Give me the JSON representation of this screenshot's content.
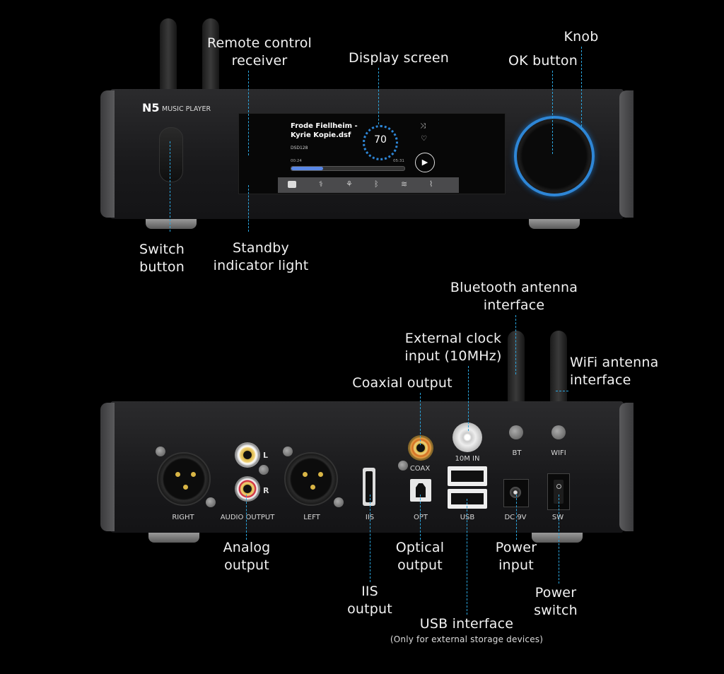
{
  "front": {
    "brand": "N5",
    "brand_sub": "MUSIC PLAYER",
    "screen": {
      "track_line1": "Frode Fiellheim -",
      "track_line2": "Kyrie Kopie.dsf",
      "format": "DSD128",
      "volume": "70",
      "time_elapsed": "00:24",
      "time_total": "05:31",
      "progress": 0.28
    }
  },
  "rear": {
    "ports": {
      "right": "RIGHT",
      "audio_output": "AUDIO OUTPUT",
      "left": "LEFT",
      "l": "L",
      "r": "R",
      "iis": "IIS",
      "coax": "COAX",
      "opt": "OPT",
      "clock": "10M IN",
      "usb": "USB",
      "bt": "BT",
      "wifi": "WIFI",
      "dc": "DC 9V",
      "sw": "SW"
    }
  },
  "callouts": {
    "remote1": "Remote control",
    "remote2": "receiver",
    "display": "Display screen",
    "knob": "Knob",
    "ok": "OK button",
    "switch1": "Switch",
    "switch2": "button",
    "standby1": "Standby",
    "standby2": "indicator light",
    "bt1": "Bluetooth antenna",
    "bt2": "interface",
    "clock1": "External clock",
    "clock2": "input (10MHz)",
    "wifi1": "WiFi antenna",
    "wifi2": "interface",
    "coax": "Coaxial output",
    "analog1": "Analog",
    "analog2": "output",
    "optical1": "Optical",
    "optical2": "output",
    "power_in1": "Power",
    "power_in2": "input",
    "iis1": "IIS",
    "iis2": "output",
    "power_sw1": "Power",
    "power_sw2": "switch",
    "usb1": "USB interface",
    "usb2": "(Only for external storage devices)"
  },
  "colors": {
    "leader": "#2aa7e0",
    "knob_ring": "#2e86d6",
    "gold": "#d9b545",
    "rca_red": "#c8102e"
  }
}
